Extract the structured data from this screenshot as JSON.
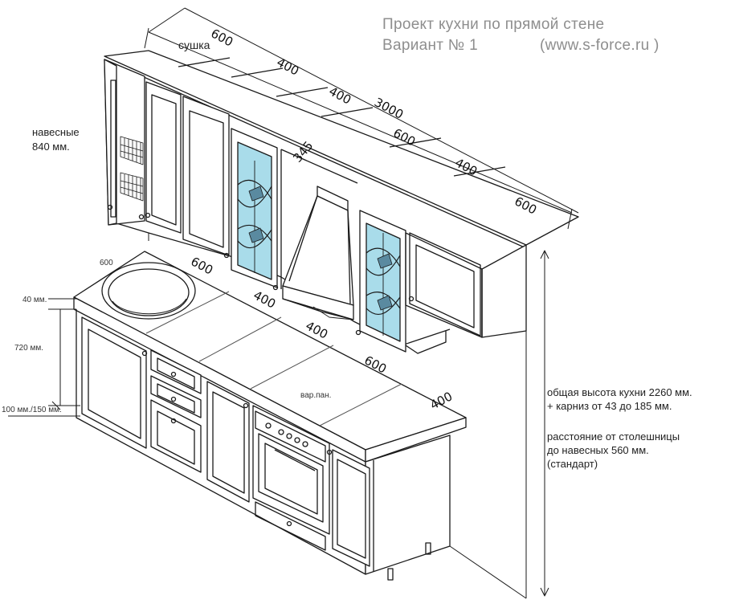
{
  "title": {
    "line1": "Проект кухни по прямой стене",
    "line2_left": "Вариант № 1",
    "line2_right": "(www.s-force.ru )"
  },
  "labels": {
    "sushka": "сушка",
    "wall_label_1": "навесные",
    "wall_label_2": "840 мм.",
    "hob": "вар.пан."
  },
  "upper_dims": {
    "d1": "600",
    "d2": "400",
    "d3": "400",
    "total": "3000",
    "d4": "600",
    "d5": "400",
    "d6": "600",
    "depth": "345"
  },
  "lower_dims": {
    "d0": "600",
    "d1": "600",
    "d2": "400",
    "d3": "400",
    "d4": "600",
    "d5": "400"
  },
  "height_dims": {
    "top": "40 мм.",
    "body": "720 мм.",
    "plinth": "100 мм./150 мм."
  },
  "notes": {
    "line1": "общая высота кухни 2260 мм.",
    "line2": "+ карниз от 43 до 185 мм.",
    "line3": "расстояние от столешницы",
    "line4": "до навесных 560 мм.",
    "line5": "(стандарт)"
  },
  "colors": {
    "line": "#1a1a1a",
    "glass": "#a9dcea",
    "title": "#8e8e8e"
  }
}
